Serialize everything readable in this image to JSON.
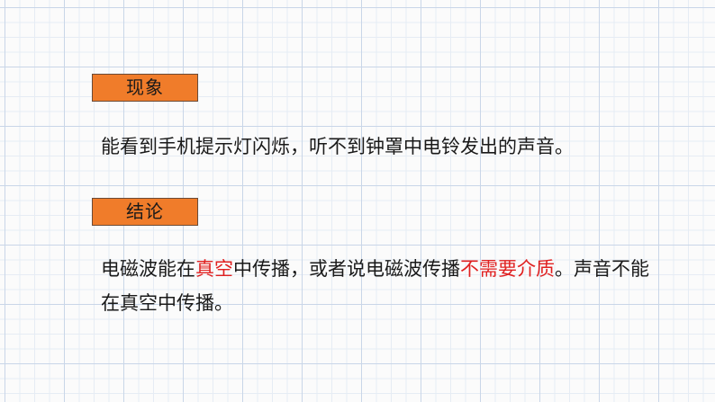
{
  "phenomenon": {
    "tag_label": "现象",
    "text": "能看到手机提示灯闪烁，听不到钟罩中电铃发出的声音。"
  },
  "conclusion": {
    "tag_label": "结论",
    "text_part1": "电磁波能在",
    "highlight1": "真空",
    "text_part2": "中传播，或者说电磁波传播",
    "highlight2": "不需要介质",
    "text_part3": "。声音不能在真空中传播。"
  },
  "colors": {
    "tag_background": "#f07c2a",
    "highlight": "#e02020",
    "grid_line": "#c9d6e8"
  }
}
